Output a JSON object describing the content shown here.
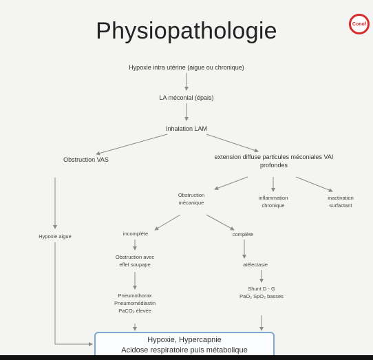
{
  "slide": {
    "title": "Physiopathologie",
    "logo_text": "Conof"
  },
  "nodes": {
    "hypoxie_iu": "Hypoxie intra utérine (aigue ou chronique)",
    "la_meconial": "LA méconial (épais)",
    "inhalation": "Inhalation LAM",
    "obstruction_vas": "Obstruction VAS",
    "extension_l1": "extension diffuse particules méconiales VAI",
    "extension_l2": "profondes",
    "obstruction_meca_l1": "Obstruction",
    "obstruction_meca_l2": "mécanique",
    "inflammation_l1": "inflammation",
    "inflammation_l2": "chronique",
    "inactivation_l1": "inactivation",
    "inactivation_l2": "surfactant",
    "hypoxie_aigue": "Hypoxie aigue",
    "incomplete": "incomplète",
    "complete": "complète",
    "clapet_l1": "Obstruction avec",
    "clapet_l2": "effet soupape",
    "atelectasie": "atélectasie",
    "pneumo_l1": "Pneumothorax",
    "pneumo_l2": "Pneumomédiastin",
    "pneumo_l3": "PaCO₂ élevée",
    "shunt_l1": "Shunt D - G",
    "shunt_l2": "PaO₂ SpO₂ basses"
  },
  "outcome": {
    "line1": "Hypoxie, Hypercapnie",
    "line2": "Acidose respiratoire puis métabolique"
  },
  "colors": {
    "arrow": "#8a8a8a",
    "outcome_border": "#7ea8cf",
    "logo": "#d62b2b"
  }
}
